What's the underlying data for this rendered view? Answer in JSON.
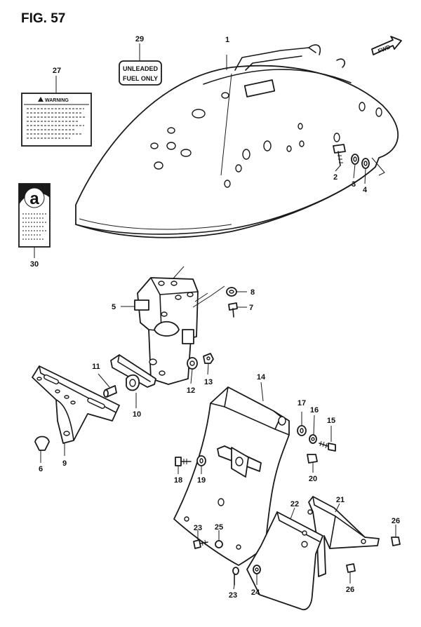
{
  "figure_title": "FIG. 57",
  "direction_label": "FWD",
  "fuel_label": {
    "line1": "UNLEADED",
    "line2": "FUEL ONLY"
  },
  "warning_label": {
    "title": "WARNING"
  },
  "callouts": {
    "p1": "1",
    "p2": "2",
    "p3": "3",
    "p4": "4",
    "p5": "5",
    "p6": "6",
    "p7": "7",
    "p8": "8",
    "p9": "9",
    "p10": "10",
    "p11": "11",
    "p12": "12",
    "p13": "13",
    "p14": "14",
    "p15": "15",
    "p16": "16",
    "p17": "17",
    "p18": "18",
    "p19": "19",
    "p20": "20",
    "p21": "21",
    "p22": "22",
    "p23a": "23",
    "p23b": "23",
    "p24": "24",
    "p25": "25",
    "p26a": "26",
    "p26b": "26",
    "p27": "27",
    "p29": "29",
    "p30": "30"
  }
}
